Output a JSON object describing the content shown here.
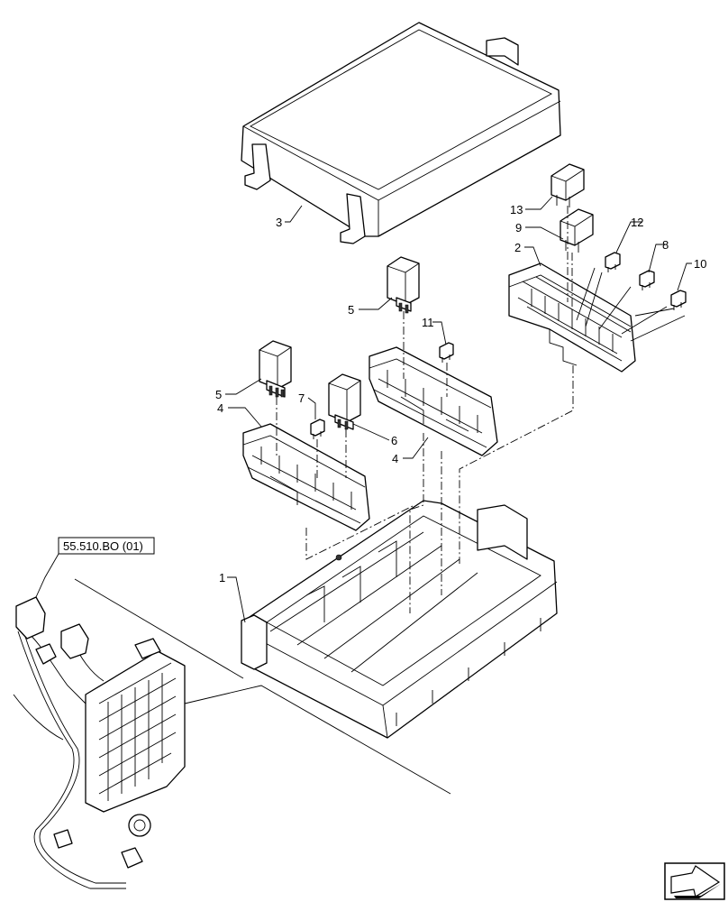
{
  "callouts": {
    "c1": "1",
    "c2": "2",
    "c3": "3",
    "c4a": "4",
    "c4b": "4",
    "c5a": "5",
    "c5b": "5",
    "c6": "6",
    "c7": "7",
    "c8": "8",
    "c9": "9",
    "c10": "10",
    "c11": "11",
    "c12": "12",
    "c13": "13"
  },
  "reference_box": "55.510.BO (01)",
  "nav_icon": "next-page-arrow-icon"
}
